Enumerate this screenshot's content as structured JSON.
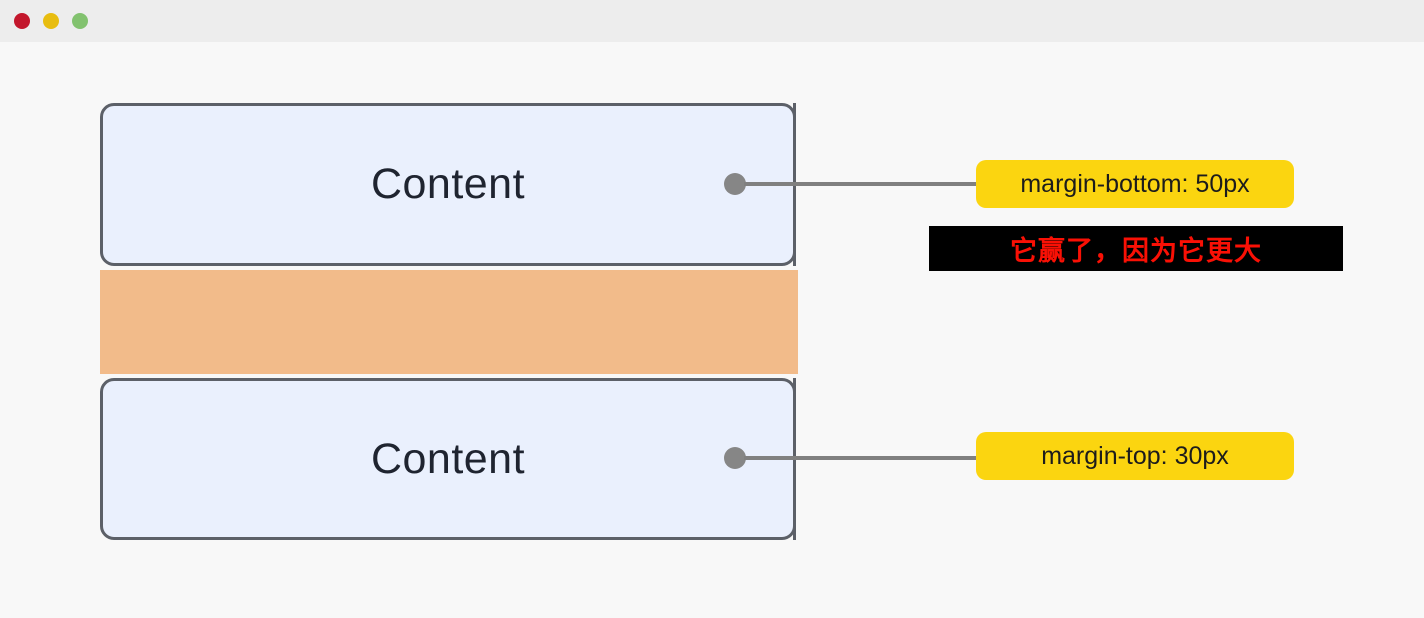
{
  "window": {
    "traffic_lights": [
      {
        "name": "close",
        "color": "#c3172c"
      },
      {
        "name": "minimize",
        "color": "#e8bd10"
      },
      {
        "name": "maximize",
        "color": "#82c26f"
      }
    ]
  },
  "diagram": {
    "boxes": [
      {
        "label": "Content",
        "fill": "#eaf0fd",
        "border": "#5c6068"
      },
      {
        "label": "Content",
        "fill": "#eaf0fd",
        "border": "#5c6068"
      }
    ],
    "margin_block": {
      "color": "#f2bb8a"
    },
    "callouts": [
      {
        "badge": "margin-bottom: 50px",
        "badge_color": "#fbd510",
        "dot_color": "#868686"
      },
      {
        "badge": "margin-top: 30px",
        "badge_color": "#fbd510",
        "dot_color": "#868686"
      }
    ],
    "banner": {
      "text": "它赢了，因为它更大",
      "text_color": "#fa1005",
      "background": "#000000"
    }
  }
}
